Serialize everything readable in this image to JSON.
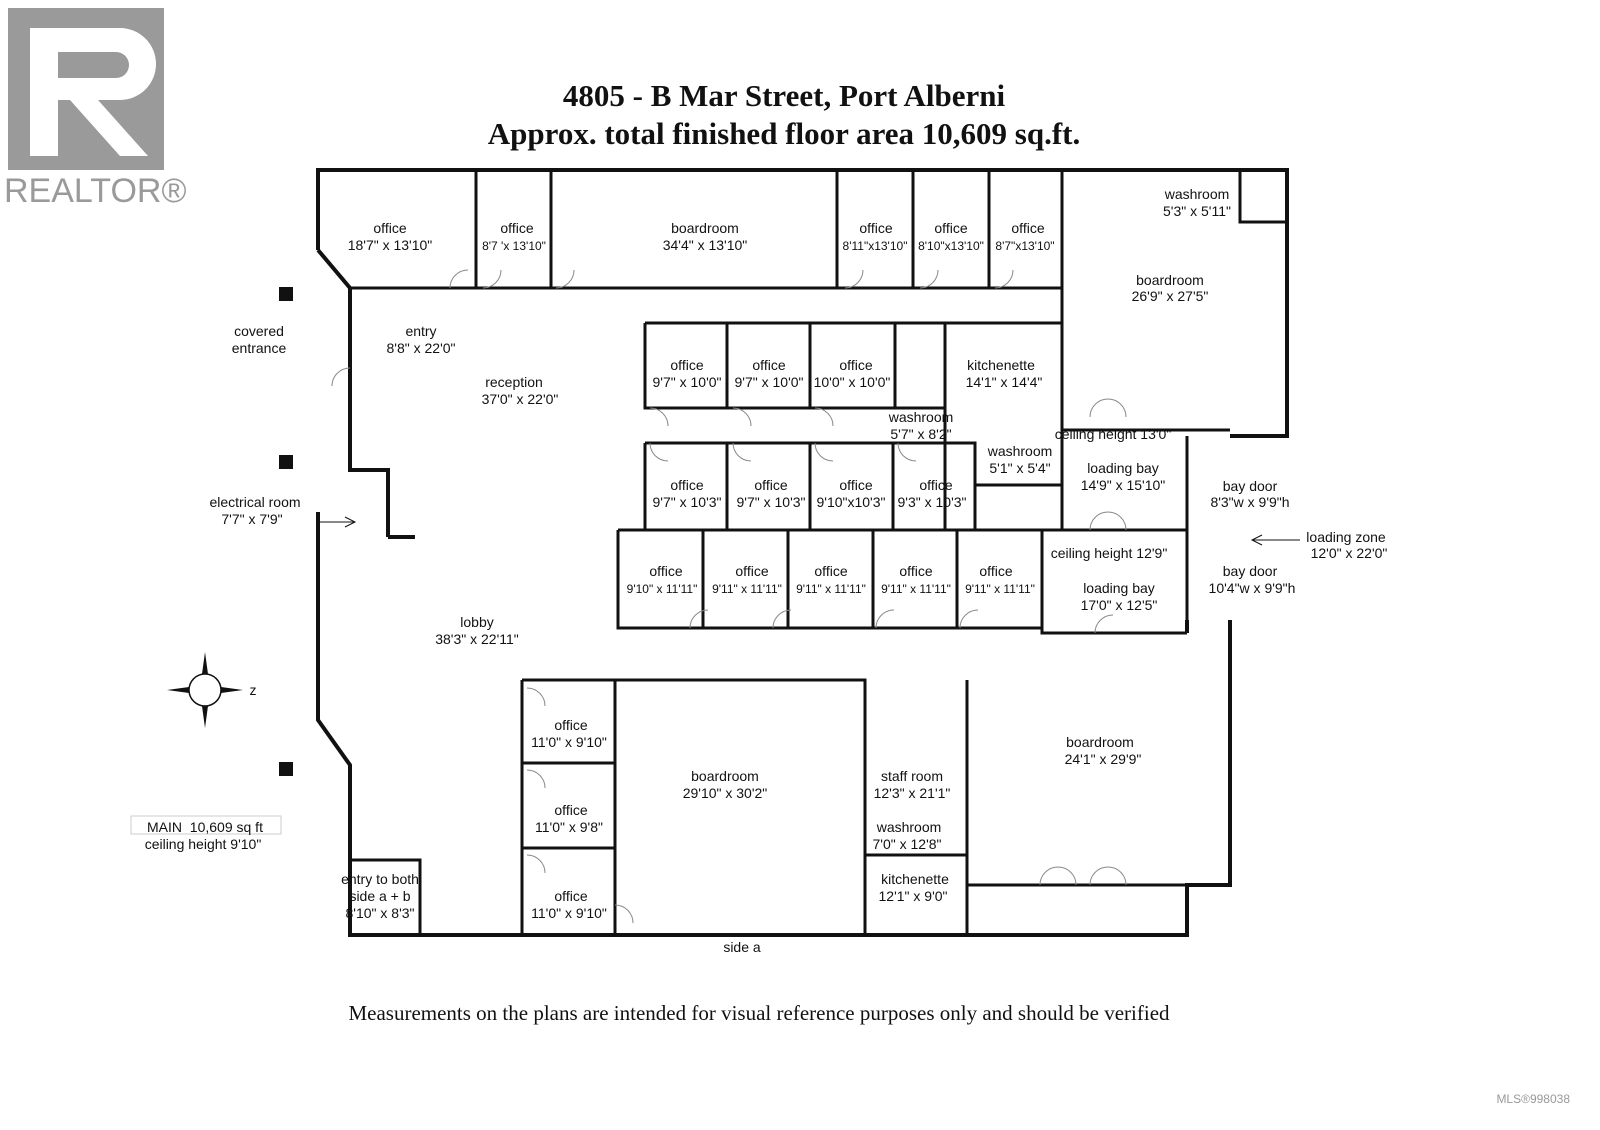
{
  "logo": {
    "text": "REALTOR®",
    "color": "#9a9a9a"
  },
  "header": {
    "address": "4805 - B Mar Street, Port Alberni",
    "area": "Approx. total finished floor area 10,609 sq.ft."
  },
  "rooms": [
    {
      "name": "office",
      "dims": "18'7\" x 13'10\""
    },
    {
      "name": "office",
      "dims": "8'7 'x 13'10\""
    },
    {
      "name": "boardroom",
      "dims": "34'4\" x 13'10\""
    },
    {
      "name": "office",
      "dims": "8'11\"x13'10\""
    },
    {
      "name": "office",
      "dims": "8'10\"x13'10\""
    },
    {
      "name": "office",
      "dims": "8'7\"x13'10\""
    },
    {
      "name": "washroom",
      "dims": "5'3\" x 5'11\""
    },
    {
      "name": "boardroom",
      "dims": "26'9\" x 27'5\""
    },
    {
      "name": "entry",
      "dims": "8'8\" x 22'0\""
    },
    {
      "name": "reception",
      "dims": "37'0\" x 22'0\""
    },
    {
      "name": "office",
      "dims": "9'7\" x 10'0\""
    },
    {
      "name": "office",
      "dims": "9'7\" x 10'0\""
    },
    {
      "name": "office",
      "dims": "10'0\" x 10'0\""
    },
    {
      "name": "kitchenette",
      "dims": "14'1\" x 14'4\""
    },
    {
      "name": "washroom",
      "dims": "5'7\" x 8'2\""
    },
    {
      "name": "washroom",
      "dims": "5'1\" x 5'4\""
    },
    {
      "name": "loading bay",
      "dims": "14'9\" x 15'10\""
    },
    {
      "name": "bay door",
      "dims": "8'3\"w x 9'9\"h"
    },
    {
      "name": "office",
      "dims": "9'7\" x 10'3\""
    },
    {
      "name": "office",
      "dims": "9'7\" x 10'3\""
    },
    {
      "name": "office",
      "dims": "9'10\"x10'3\""
    },
    {
      "name": "office",
      "dims": "9'3\" x 10'3\""
    },
    {
      "name": "electrical room",
      "dims": "7'7\" x 7'9\""
    },
    {
      "name": "loading zone",
      "dims": "12'0\" x 22'0\""
    },
    {
      "name": "office",
      "dims": "9'10\" x 11'11\""
    },
    {
      "name": "office",
      "dims": "9'11\" x 11'11\""
    },
    {
      "name": "office",
      "dims": "9'11\" x 11'11\""
    },
    {
      "name": "office",
      "dims": "9'11\" x 11'11\""
    },
    {
      "name": "office",
      "dims": "9'11\" x 11'11\""
    },
    {
      "name": "loading bay",
      "dims": "17'0\" x 12'5\""
    },
    {
      "name": "bay door",
      "dims": "10'4\"w x 9'9\"h"
    },
    {
      "name": "lobby",
      "dims": "38'3\" x 22'11\""
    },
    {
      "name": "office",
      "dims": "11'0\" x 9'10\""
    },
    {
      "name": "office",
      "dims": "11'0\" x 9'8\""
    },
    {
      "name": "office",
      "dims": "11'0\" x 9'10\""
    },
    {
      "name": "boardroom",
      "dims": "29'10\" x 30'2\""
    },
    {
      "name": "staff room",
      "dims": "12'3\" x 21'1\""
    },
    {
      "name": "boardroom",
      "dims": "24'1\" x 29'9\""
    },
    {
      "name": "washroom",
      "dims": "7'0\" x 12'8\""
    },
    {
      "name": "kitchenette",
      "dims": "12'1\" x 9'0\""
    }
  ],
  "notes": {
    "covered_entrance_1": "covered",
    "covered_entrance_2": "entrance",
    "ceiling_1": "ceiling height 13'0\"",
    "ceiling_2": "ceiling height 12'9\"",
    "entry_both_1": "entry to both",
    "entry_both_2": "side a + b",
    "entry_both_3": "8'10\" x 8'3\"",
    "side_a": "side a",
    "compass_n": "z",
    "main_label": "MAIN  10,609 sq ft",
    "main_ceiling": "ceiling height 9'10\""
  },
  "footer": {
    "disclaimer": "Measurements on the plans are intended for visual reference purposes only and should be verified",
    "mls": "MLS®998038"
  }
}
